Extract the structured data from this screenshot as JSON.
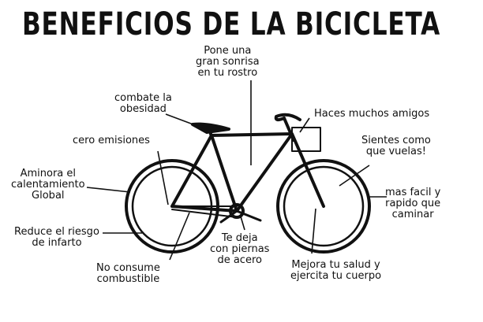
{
  "title": "BENEFICIOS DE LA BICICLETA",
  "labels": {
    "sonrisa": "Pone una\ngran sonrisa\nen tu rostro",
    "obesidad": "combate la\nobesidad",
    "amigos": "Haces muchos amigos",
    "emisiones": "cero emisiones",
    "vuelas": "Sientes como\nque vuelas!",
    "calentamiento": "Aminora el\ncalentamiento\nGlobal",
    "facil": "mas facil y\nrapido que\ncaminar",
    "infarto": "Reduce el riesgo\nde infarto",
    "piernas": "Te deja\ncon piernas\nde acero",
    "combustible": "No consume\ncombustible",
    "salud": "Mejora tu salud y\nejercita tu cuerpo"
  }
}
